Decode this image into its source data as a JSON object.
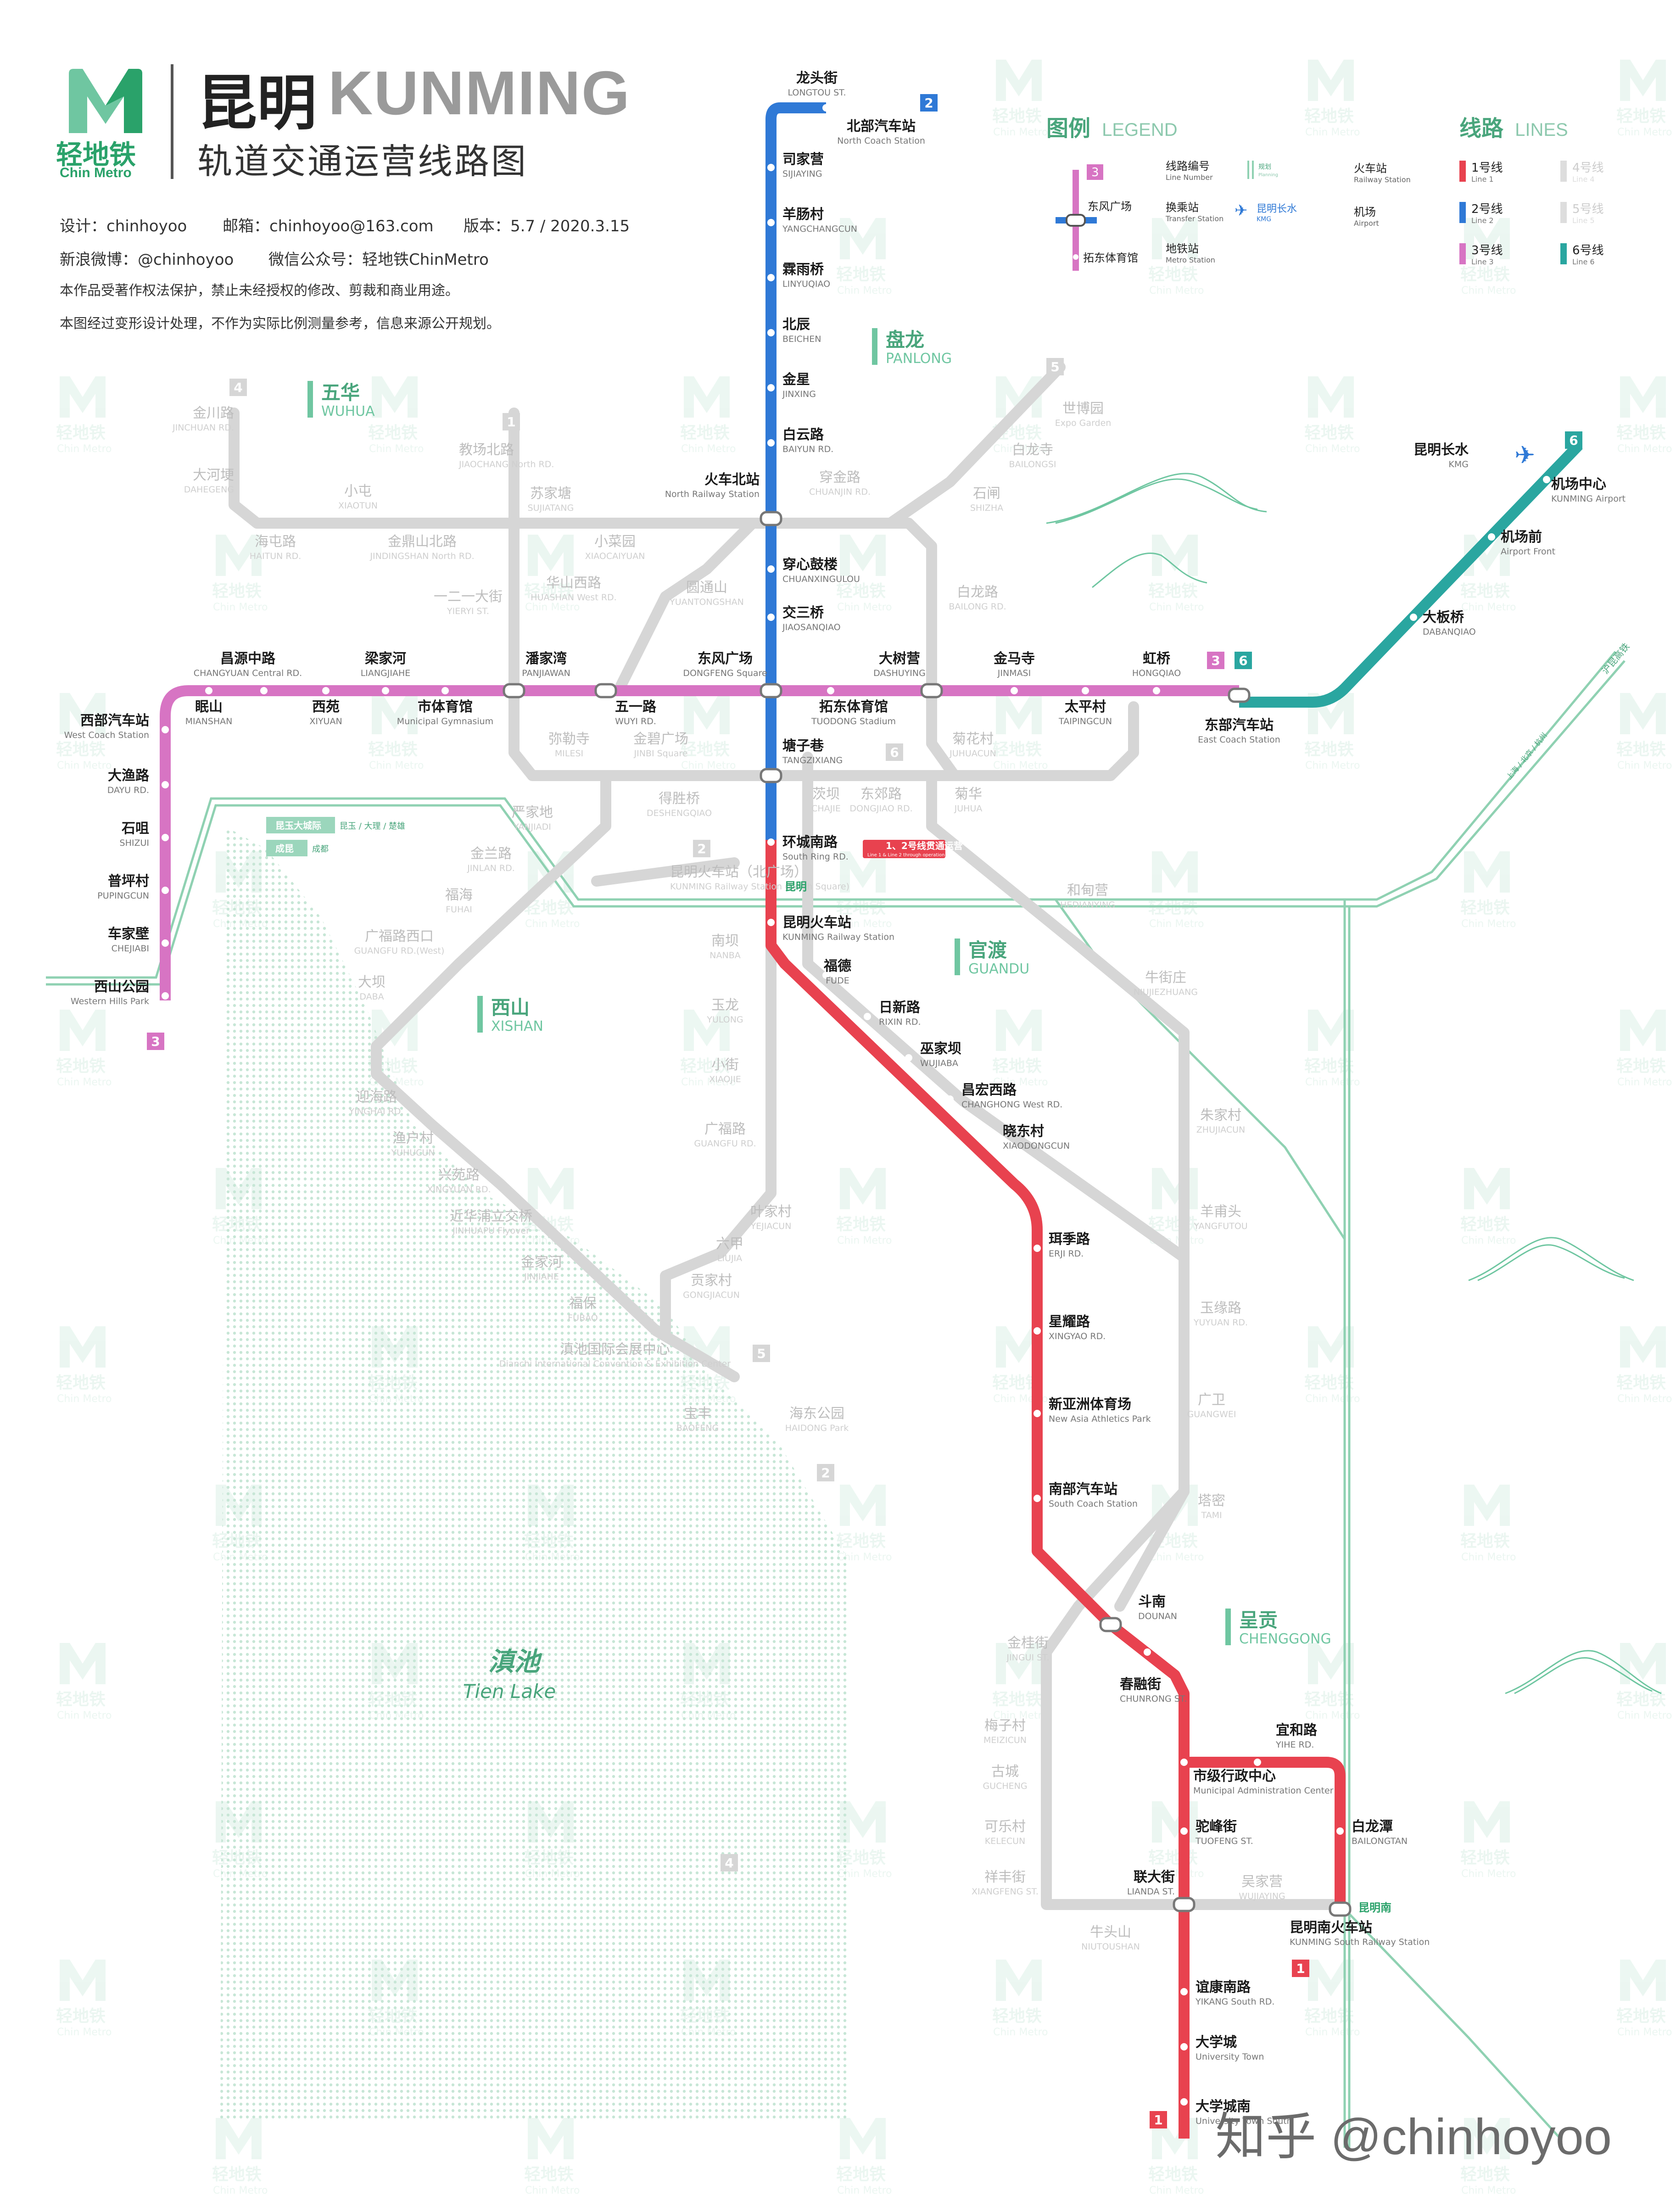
{
  "header": {
    "title_zh": "昆明",
    "title_en": "KUNMING",
    "subtitle": "轨道交通运营线路图",
    "brand_zh": "轻地铁",
    "brand_en": "Chin Metro",
    "designer": "设计：chinhoyoo",
    "email": "邮箱：chinhoyoo@163.com",
    "version": "版本：5.7 / 2020.3.15",
    "weibo": "新浪微博：@chinhoyoo",
    "wechat": "微信公众号：轻地铁ChinMetro",
    "copyright": "本作品受著作权法保护，禁止未经授权的修改、剪裁和商业用途。",
    "disclaimer": "本图经过变形设计处理，不作为实际比例测量参考，信息来源公开规划。"
  },
  "legend": {
    "title_zh": "图例",
    "title_en": "LEGEND",
    "line_no_zh": "线路编号",
    "line_no_en": "Line Number",
    "transfer_zh": "换乘站",
    "transfer_en": "Transfer Station",
    "metro_zh": "地铁站",
    "metro_en": "Metro Station",
    "planned_zh": "规划",
    "planned_en": "Planning",
    "rail_zh": "火车站",
    "rail_en": "Railway Station",
    "airport_zh": "机场",
    "airport_en": "Airport",
    "sample_line": "3",
    "sample_transfer": "东风广场",
    "sample_station": "拓东体育馆",
    "sample_airport": "昆明长水",
    "sample_airport_en": "KMG"
  },
  "lines_legend": {
    "title_zh": "线路",
    "title_en": "LINES",
    "items": [
      {
        "name": "1号线",
        "en": "Line 1",
        "color": "#e8424f",
        "active": true
      },
      {
        "name": "4号线",
        "en": "Line 4",
        "color": "#cccccc",
        "active": false
      },
      {
        "name": "2号线",
        "en": "Line 2",
        "color": "#2f79d6",
        "active": true
      },
      {
        "name": "5号线",
        "en": "Line 5",
        "color": "#cccccc",
        "active": false
      },
      {
        "name": "3号线",
        "en": "Line 3",
        "color": "#d774c3",
        "active": true
      },
      {
        "name": "6号线",
        "en": "Line 6",
        "color": "#2aa6a0",
        "active": true
      }
    ]
  },
  "districts": [
    {
      "zh": "五华",
      "en": "WUHUA"
    },
    {
      "zh": "盘龙",
      "en": "PANLONG"
    },
    {
      "zh": "官渡",
      "en": "GUANDU"
    },
    {
      "zh": "西山",
      "en": "XISHAN"
    },
    {
      "zh": "呈贡",
      "en": "CHENGGONG"
    }
  ],
  "lake": {
    "zh": "滇池",
    "en": "Tien Lake"
  },
  "notice": {
    "zh": "1、2号线贯通运营",
    "en": "Line 1 & Line 2 through operation"
  },
  "colors": {
    "line1": "#e8424f",
    "line2": "#2f79d6",
    "line3": "#d774c3",
    "line6": "#2aa6a0",
    "planned": "#d6d6d6",
    "rail": "#8fd1b2",
    "accent": "#2aa26a"
  },
  "line_badges": [
    "2",
    "3",
    "3",
    "6",
    "6",
    "1",
    "1",
    "2",
    "5",
    "4",
    "1",
    "2",
    "6",
    "5",
    "4"
  ],
  "stations": {
    "line2": [
      {
        "zh": "龙头街",
        "en": "LONGTOU ST."
      },
      {
        "zh": "北部汽车站",
        "en": "North Coach Station"
      },
      {
        "zh": "司家营",
        "en": "SIJIAYING"
      },
      {
        "zh": "羊肠村",
        "en": "YANGCHANGCUN"
      },
      {
        "zh": "霖雨桥",
        "en": "LINYUQIAO"
      },
      {
        "zh": "北辰",
        "en": "BEICHEN"
      },
      {
        "zh": "金星",
        "en": "JINXING"
      },
      {
        "zh": "白云路",
        "en": "BAIYUN RD."
      },
      {
        "zh": "火车北站",
        "en": "North Railway Station"
      },
      {
        "zh": "穿心鼓楼",
        "en": "CHUANXINGULOU"
      },
      {
        "zh": "交三桥",
        "en": "JIAOSANQIAO"
      },
      {
        "zh": "塘子巷",
        "en": "TANGZIXIANG"
      },
      {
        "zh": "环城南路",
        "en": "South Ring RD."
      }
    ],
    "line1": [
      {
        "zh": "昆明火车站",
        "en": "KUNMING Railway Station"
      },
      {
        "zh": "福德",
        "en": "FUDE"
      },
      {
        "zh": "日新路",
        "en": "RIXIN RD."
      },
      {
        "zh": "巫家坝",
        "en": "WUJIABA"
      },
      {
        "zh": "昌宏西路",
        "en": "CHANGHONG West RD."
      },
      {
        "zh": "晓东村",
        "en": "XIAODONGCUN"
      },
      {
        "zh": "珥季路",
        "en": "ERJI RD."
      },
      {
        "zh": "星耀路",
        "en": "XINGYAO RD."
      },
      {
        "zh": "新亚洲体育场",
        "en": "New Asia Athletics Park"
      },
      {
        "zh": "南部汽车站",
        "en": "South Coach Station"
      },
      {
        "zh": "斗南",
        "en": "DOUNAN"
      },
      {
        "zh": "春融街",
        "en": "CHUNRONG ST."
      },
      {
        "zh": "市级行政中心",
        "en": "Municipal Administration Center"
      },
      {
        "zh": "驼峰街",
        "en": "TUOFENG ST."
      },
      {
        "zh": "联大街",
        "en": "LIANDA ST."
      },
      {
        "zh": "谊康南路",
        "en": "YIKANG South RD."
      },
      {
        "zh": "大学城",
        "en": "University Town"
      },
      {
        "zh": "大学城南",
        "en": "University Town South"
      },
      {
        "zh": "宜和路",
        "en": "YIHE RD."
      },
      {
        "zh": "白龙潭",
        "en": "BAILONGTAN"
      },
      {
        "zh": "昆明南火车站",
        "en": "KUNMING South Railway Station"
      }
    ],
    "line3": [
      {
        "zh": "西山公园",
        "en": "Western Hills Park"
      },
      {
        "zh": "车家壁",
        "en": "CHEJIABI"
      },
      {
        "zh": "普坪村",
        "en": "PUPINGCUN"
      },
      {
        "zh": "石咀",
        "en": "SHIZUI"
      },
      {
        "zh": "大渔路",
        "en": "DAYU RD."
      },
      {
        "zh": "西部汽车站",
        "en": "West Coach Station"
      },
      {
        "zh": "眠山",
        "en": "MIANSHAN"
      },
      {
        "zh": "昌源中路",
        "en": "CHANGYUAN Central RD."
      },
      {
        "zh": "西苑",
        "en": "XIYUAN"
      },
      {
        "zh": "梁家河",
        "en": "LIANGJIAHE"
      },
      {
        "zh": "市体育馆",
        "en": "Municipal Gymnasium"
      },
      {
        "zh": "潘家湾",
        "en": "PANJIAWAN"
      },
      {
        "zh": "五一路",
        "en": "WUYI RD."
      },
      {
        "zh": "东风广场",
        "en": "DONGFENG Square"
      },
      {
        "zh": "拓东体育馆",
        "en": "TUODONG Stadium"
      },
      {
        "zh": "大树营",
        "en": "DASHUYING"
      },
      {
        "zh": "金马寺",
        "en": "JINMASI"
      },
      {
        "zh": "太平村",
        "en": "TAIPINGCUN"
      },
      {
        "zh": "虹桥",
        "en": "HONGQIAO"
      },
      {
        "zh": "东部汽车站",
        "en": "East Coach Station"
      }
    ],
    "line6": [
      {
        "zh": "机场中心",
        "en": "KUNMING Airport"
      },
      {
        "zh": "机场前",
        "en": "Airport Front"
      },
      {
        "zh": "大板桥",
        "en": "DABANQIAO"
      },
      {
        "zh": "昆明长水",
        "en": "KMG"
      }
    ],
    "planned": [
      {
        "zh": "金川路",
        "en": "JINCHUAN RD."
      },
      {
        "zh": "大河埂",
        "en": "DAHEGENG"
      },
      {
        "zh": "教场北路",
        "en": "JIAOCHANG North RD."
      },
      {
        "zh": "小屯",
        "en": "XIAOTUN"
      },
      {
        "zh": "苏家塘",
        "en": "SUJIATANG"
      },
      {
        "zh": "海屯路",
        "en": "HAITUN RD."
      },
      {
        "zh": "金鼎山北路",
        "en": "JINDINGSHAN North RD."
      },
      {
        "zh": "小菜园",
        "en": "XIAOCAIYUAN"
      },
      {
        "zh": "华山西路",
        "en": "HUASHAN West RD."
      },
      {
        "zh": "一二一大街",
        "en": "YIERYI ST."
      },
      {
        "zh": "圆通山",
        "en": "YUANTONGSHAN"
      },
      {
        "zh": "世博园",
        "en": "Expo Garden"
      },
      {
        "zh": "白龙寺",
        "en": "BAILONGSI"
      },
      {
        "zh": "穿金路",
        "en": "CHUANJIN RD."
      },
      {
        "zh": "石闸",
        "en": "SHIZHA"
      },
      {
        "zh": "白龙路",
        "en": "BAILONG RD."
      },
      {
        "zh": "菊花村",
        "en": "JUHUACUN"
      },
      {
        "zh": "弥勒寺",
        "en": "MILESI"
      },
      {
        "zh": "金碧广场",
        "en": "JINBI Square"
      },
      {
        "zh": "得胜桥",
        "en": "DESHENGQIAO"
      },
      {
        "zh": "严家地",
        "en": "YANJIADI"
      },
      {
        "zh": "金兰路",
        "en": "JINLAN RD."
      },
      {
        "zh": "福海",
        "en": "FUHAI"
      },
      {
        "zh": "广福路西口",
        "en": "GUANGFU RD.(West)"
      },
      {
        "zh": "大坝",
        "en": "DABA"
      },
      {
        "zh": "迎海路",
        "en": "YINGHAI RD."
      },
      {
        "zh": "渔户村",
        "en": "YUHUCUN"
      },
      {
        "zh": "兴苑路",
        "en": "XINGYUAN RD."
      },
      {
        "zh": "近华浦立交桥",
        "en": "JINHUAPU Flyover"
      },
      {
        "zh": "金家河",
        "en": "JINJIAHE"
      },
      {
        "zh": "福保",
        "en": "FUBAO"
      },
      {
        "zh": "滇池国际会展中心",
        "en": "Dianchi International Convention & Exhibition Center"
      },
      {
        "zh": "宝丰",
        "en": "BAOFENG"
      },
      {
        "zh": "海东公园",
        "en": "HAIDONG Park"
      },
      {
        "zh": "昆明火车站（北广场）",
        "en": "KUNMING Railway Station (North Square)"
      },
      {
        "zh": "南坝",
        "en": "NANBA"
      },
      {
        "zh": "玉龙",
        "en": "YULONG"
      },
      {
        "zh": "小街",
        "en": "XIAOJIE"
      },
      {
        "zh": "广福路",
        "en": "GUANGFU RD."
      },
      {
        "zh": "叶家村",
        "en": "YEJIACUN"
      },
      {
        "zh": "六甲",
        "en": "LIUJIA"
      },
      {
        "zh": "贡家村",
        "en": "GONGJIACUN"
      },
      {
        "zh": "茨坝",
        "en": "CHAJIE"
      },
      {
        "zh": "东郊路",
        "en": "DONGJIAO RD."
      },
      {
        "zh": "菊华",
        "en": "JUHUA"
      },
      {
        "zh": "和甸营",
        "en": "HEDIANYING"
      },
      {
        "zh": "牛街庄",
        "en": "NIUJIEZHUANG"
      },
      {
        "zh": "朱家村",
        "en": "ZHUJIACUN"
      },
      {
        "zh": "羊甫头",
        "en": "YANGFUTOU"
      },
      {
        "zh": "玉缘路",
        "en": "YUYUAN RD."
      },
      {
        "zh": "广卫",
        "en": "GUANGWEI"
      },
      {
        "zh": "塔密",
        "en": "TAMI"
      },
      {
        "zh": "金桂街",
        "en": "JINGUI ST."
      },
      {
        "zh": "梅子村",
        "en": "MEIZICUN"
      },
      {
        "zh": "古城",
        "en": "GUCHENG"
      },
      {
        "zh": "可乐村",
        "en": "KELECUN"
      },
      {
        "zh": "祥丰街",
        "en": "XIANGFENG ST."
      },
      {
        "zh": "牛头山",
        "en": "NIUTOUSHAN"
      },
      {
        "zh": "吴家营",
        "en": "WUJIAYING"
      }
    ]
  },
  "rail_labels": [
    {
      "zh": "昆明",
      "en": "KUNMING"
    },
    {
      "zh": "昆明南",
      "en": "KUNMING South"
    },
    {
      "zh": "昆玉大城际",
      "en": "昆玉 / 大理 / 楚雄"
    },
    {
      "zh": "成昆",
      "en": "成都"
    },
    {
      "zh": "沪昆高铁",
      "en": "上海 / 北京 / 杭州"
    }
  ],
  "watermark": {
    "zh": "轻地铁",
    "en": "Chin Metro"
  },
  "credit": "知乎 @chinhoyoo"
}
